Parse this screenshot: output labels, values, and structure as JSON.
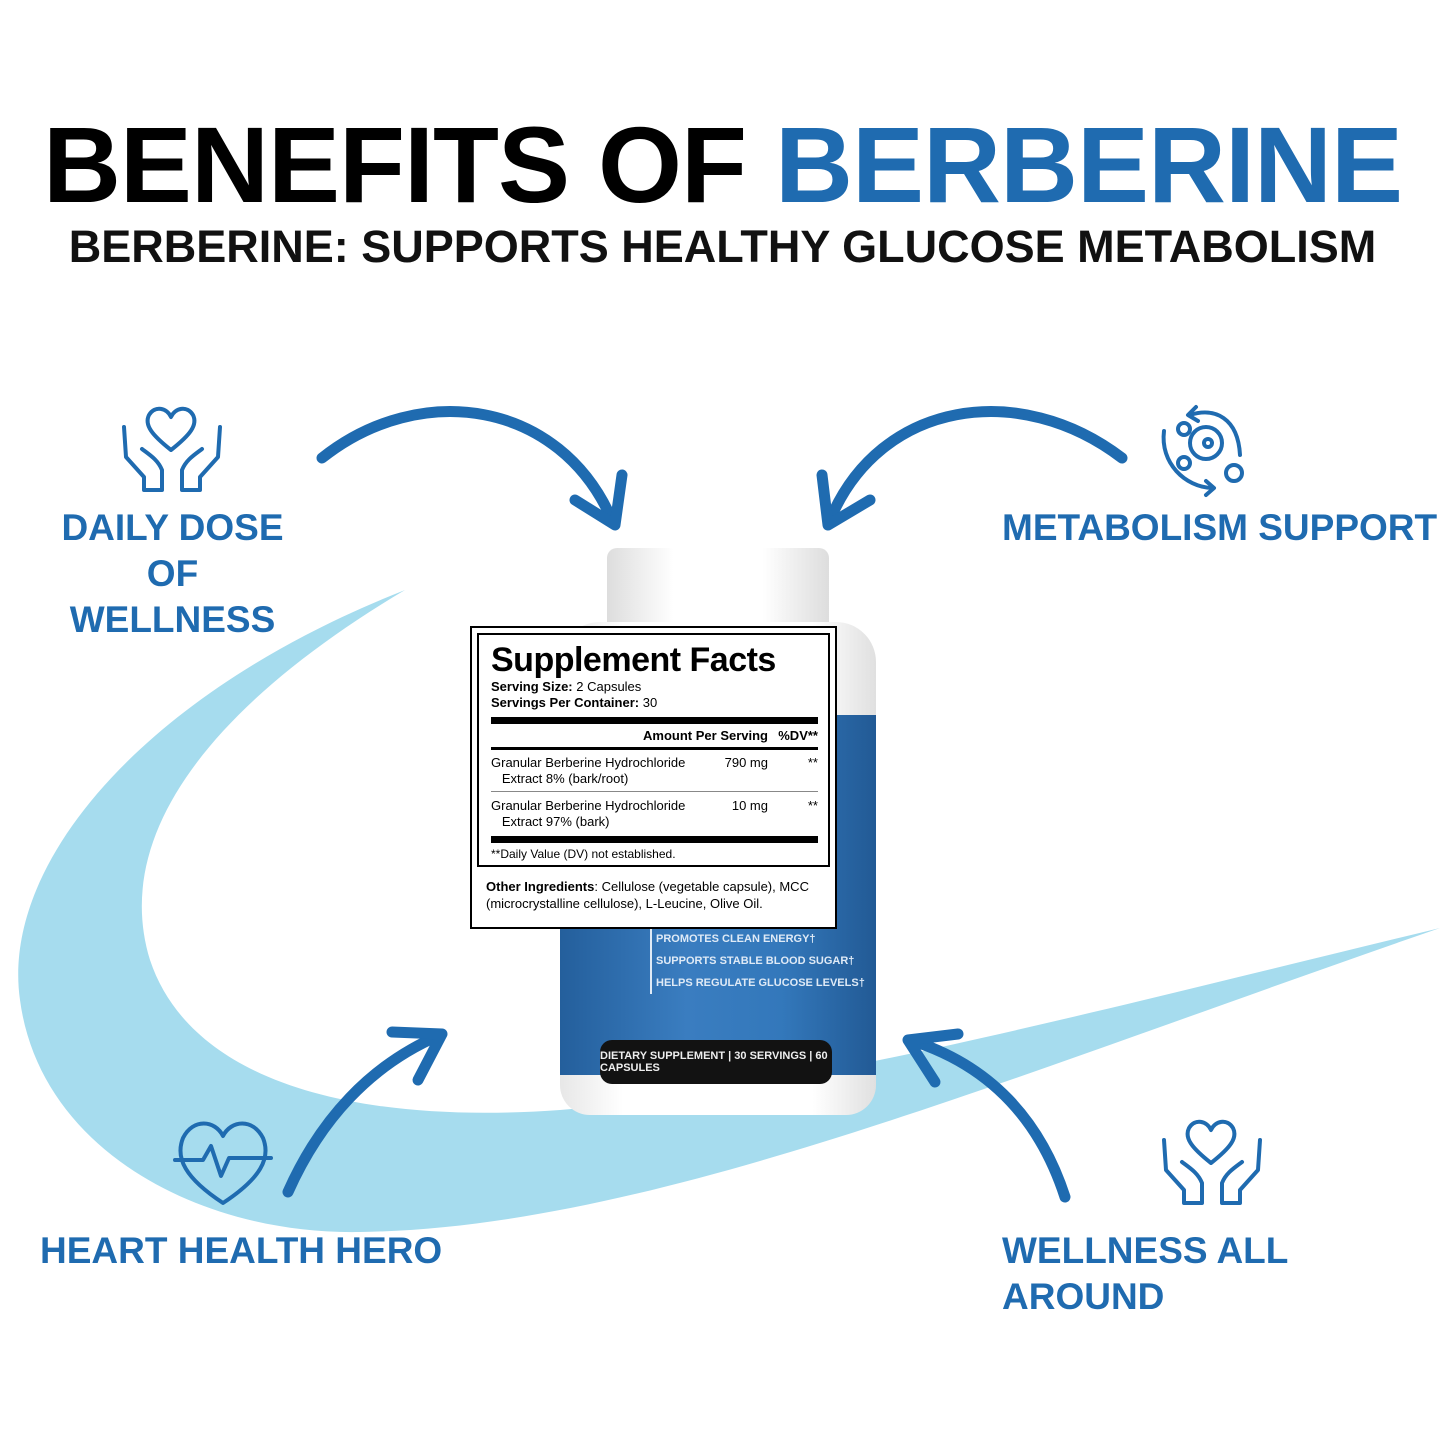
{
  "header": {
    "title_part1": "BENEFITS OF ",
    "title_part2": "BERBERINE",
    "subtitle": "BERBERINE: SUPPORTS HEALTHY GLUCOSE METABOLISM"
  },
  "colors": {
    "accent": "#1f6bb0",
    "swoosh": "#a6dcee",
    "text": "#000000"
  },
  "benefits": [
    {
      "label_line1": "DAILY DOSE OF",
      "label_line2": "WELLNESS",
      "icon": "hands-heart-icon"
    },
    {
      "label": "METABOLISM SUPPORT",
      "icon": "metabolism-cycle-icon"
    },
    {
      "label": "HEART HEALTH HERO",
      "icon": "heart-pulse-icon"
    },
    {
      "label": "WELLNESS ALL AROUND",
      "icon": "hands-heart-icon"
    }
  ],
  "supplement_facts": {
    "title": "Supplement Facts",
    "serving_size_label": "Serving Size:",
    "serving_size": " 2 Capsules",
    "servings_label": "Servings Per Container:",
    "servings": " 30",
    "col_amount": "Amount Per Serving",
    "col_dv": "%DV**",
    "rows": [
      {
        "name1": "Granular Berberine Hydrochloride",
        "name2": "Extract 8% (bark/root)",
        "amount": "790 mg",
        "dv": "**"
      },
      {
        "name1": "Granular Berberine Hydrochloride",
        "name2": "Extract 97% (bark)",
        "amount": "10 mg",
        "dv": "**"
      }
    ],
    "footnote": "**Daily Value (DV) not established.",
    "other_label": "Other Ingredients",
    "other_text": ": Cellulose (vegetable capsule), MCC (microcrystalline cellulose), L-Leucine, Olive Oil."
  },
  "bottle": {
    "claims": [
      "PROMOTES CLEAN ENERGY†",
      "SUPPORTS STABLE BLOOD SUGAR†",
      "HELPS REGULATE GLUCOSE LEVELS†"
    ],
    "band": "DIETARY SUPPLEMENT | 30 SERVINGS | 60 CAPSULES"
  }
}
